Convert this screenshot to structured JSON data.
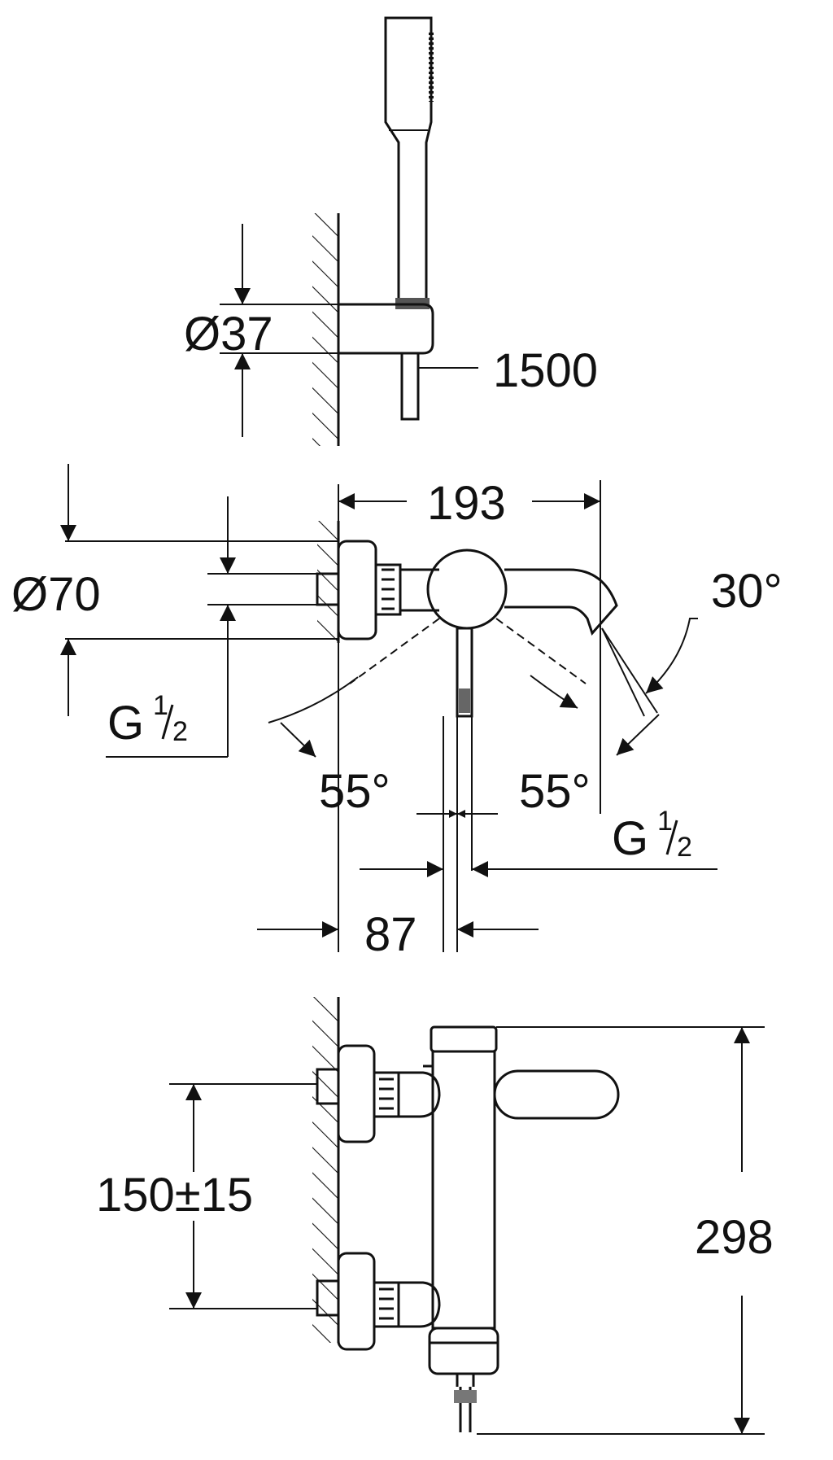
{
  "diagram": {
    "hand_shower": {
      "diameter_label": "Ø37",
      "hose_length_label": "1500"
    },
    "top_view": {
      "width_label": "193",
      "rosette_diameter_label": "Ø70",
      "inlet_thread_main": "G",
      "inlet_thread_fraction_num": "1",
      "inlet_thread_fraction_den": "2",
      "outlet_thread_main": "G",
      "outlet_thread_fraction_num": "1",
      "outlet_thread_fraction_den": "2",
      "spout_angle_label": "30°",
      "swivel_left_label": "55°",
      "swivel_right_label": "55°",
      "projection_label": "87"
    },
    "front_view": {
      "centres_label": "150±15",
      "height_label": "298"
    }
  },
  "colors": {
    "line": "#111111",
    "background": "#ffffff"
  }
}
